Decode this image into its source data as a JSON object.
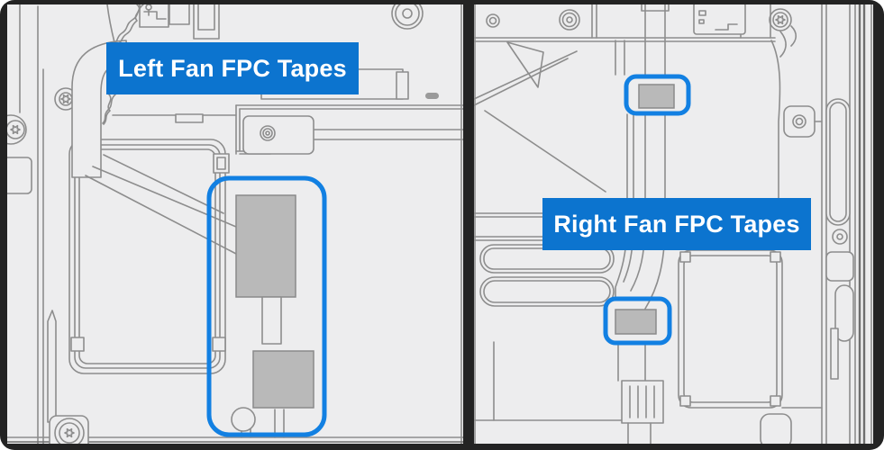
{
  "figure": {
    "panels": [
      {
        "side": "left",
        "label": "Left Fan FPC Tapes",
        "callouts": 1,
        "tapes_highlighted": 2
      },
      {
        "side": "right",
        "label": "Right Fan FPC Tapes",
        "callouts": 2,
        "tapes_highlighted": 2
      }
    ],
    "colors": {
      "label_blue": "#0c74cf",
      "callout_blue": "#1280e2",
      "panel_background": "#ededee",
      "line_gray": "#8d8d8d",
      "tape_gray": "#b9b9b9",
      "frame_dark": "#232323",
      "label_text": "#ffffff"
    }
  }
}
